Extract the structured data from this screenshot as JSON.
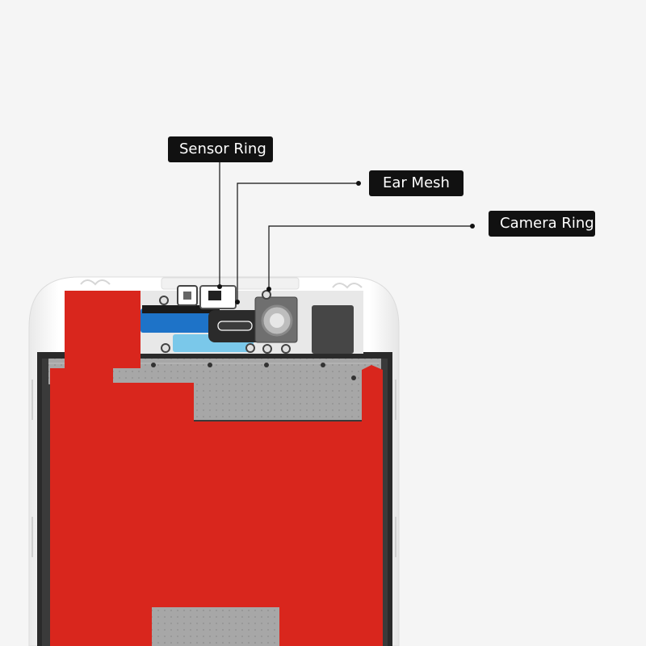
{
  "callouts": {
    "sensor_ring": "Sensor Ring",
    "ear_mesh": "Ear Mesh",
    "camera_ring": "Camera Ring"
  },
  "colors": {
    "background": "#f5f5f5",
    "label_bg": "#111111",
    "label_text": "#ffffff",
    "protective_film": "#d9261d",
    "frame": "#ffffff",
    "shield_plate": "#a9a9a9",
    "flex_blue": "#1e73c8"
  },
  "icons": [
    "leader-dot-icon"
  ]
}
